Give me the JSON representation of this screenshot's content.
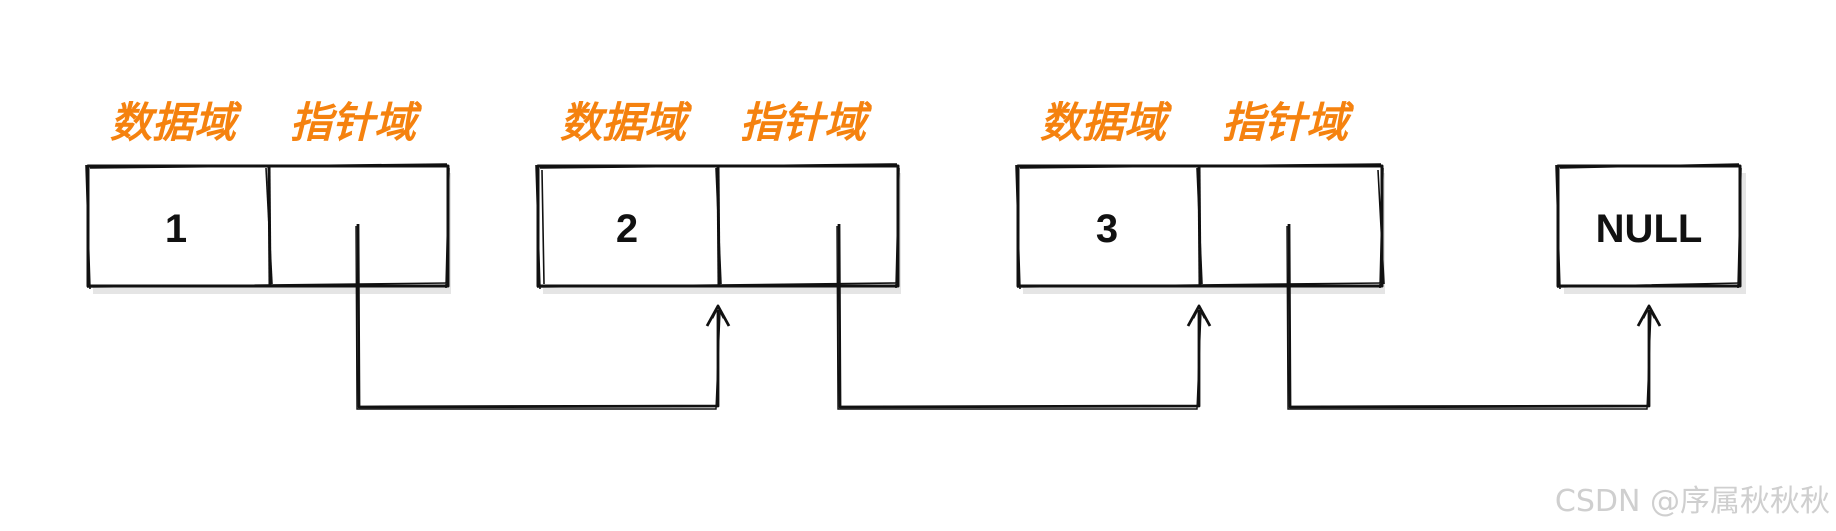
{
  "labels": {
    "data_field": "数据域",
    "pointer_field": "指针域"
  },
  "nodes": [
    {
      "value": "1"
    },
    {
      "value": "2"
    },
    {
      "value": "3"
    }
  ],
  "terminal": {
    "value": "NULL"
  },
  "watermark": "CSDN @序属秋秋秋",
  "colors": {
    "label": "#f5820f",
    "stroke": "#111111",
    "watermark": "#cfcfcf"
  }
}
